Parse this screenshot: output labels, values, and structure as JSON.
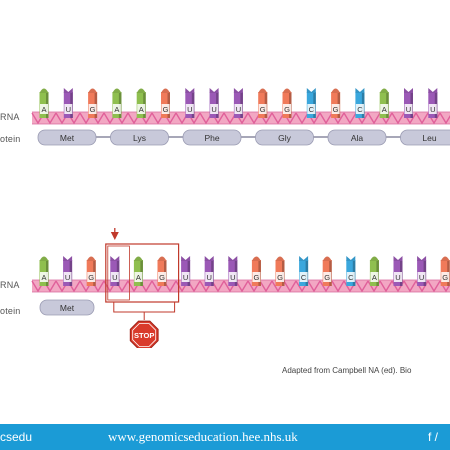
{
  "top_panel": {
    "mrna_label": "RNA",
    "protein_label": "otein",
    "codons": [
      "AUG",
      "AAG",
      "UUU",
      "GGC",
      "GCA",
      "UUG"
    ],
    "amino_acids": [
      "Met",
      "Lys",
      "Phe",
      "Gly",
      "Ala",
      "Leu"
    ]
  },
  "bottom_panel": {
    "mrna_label": "RNA",
    "protein_label": "otein",
    "sequence": [
      "A",
      "U",
      "G",
      "U",
      "A",
      "G",
      "U",
      "U",
      "U",
      "G",
      "G",
      "C",
      "G",
      "C",
      "A",
      "U",
      "U",
      "G"
    ],
    "amino_acids": [
      "Met"
    ],
    "stop_label": "STOP"
  },
  "base_colors": {
    "A": "#8fbf4f",
    "U": "#9b59b6",
    "G": "#f07a5a",
    "C": "#3aa7dd"
  },
  "credit": "Adapted from Campbell NA (ed).  Bio",
  "footer": {
    "handle": "csedu",
    "url": "www.genomicseducation.hee.nhs.uk",
    "social": "f /"
  }
}
